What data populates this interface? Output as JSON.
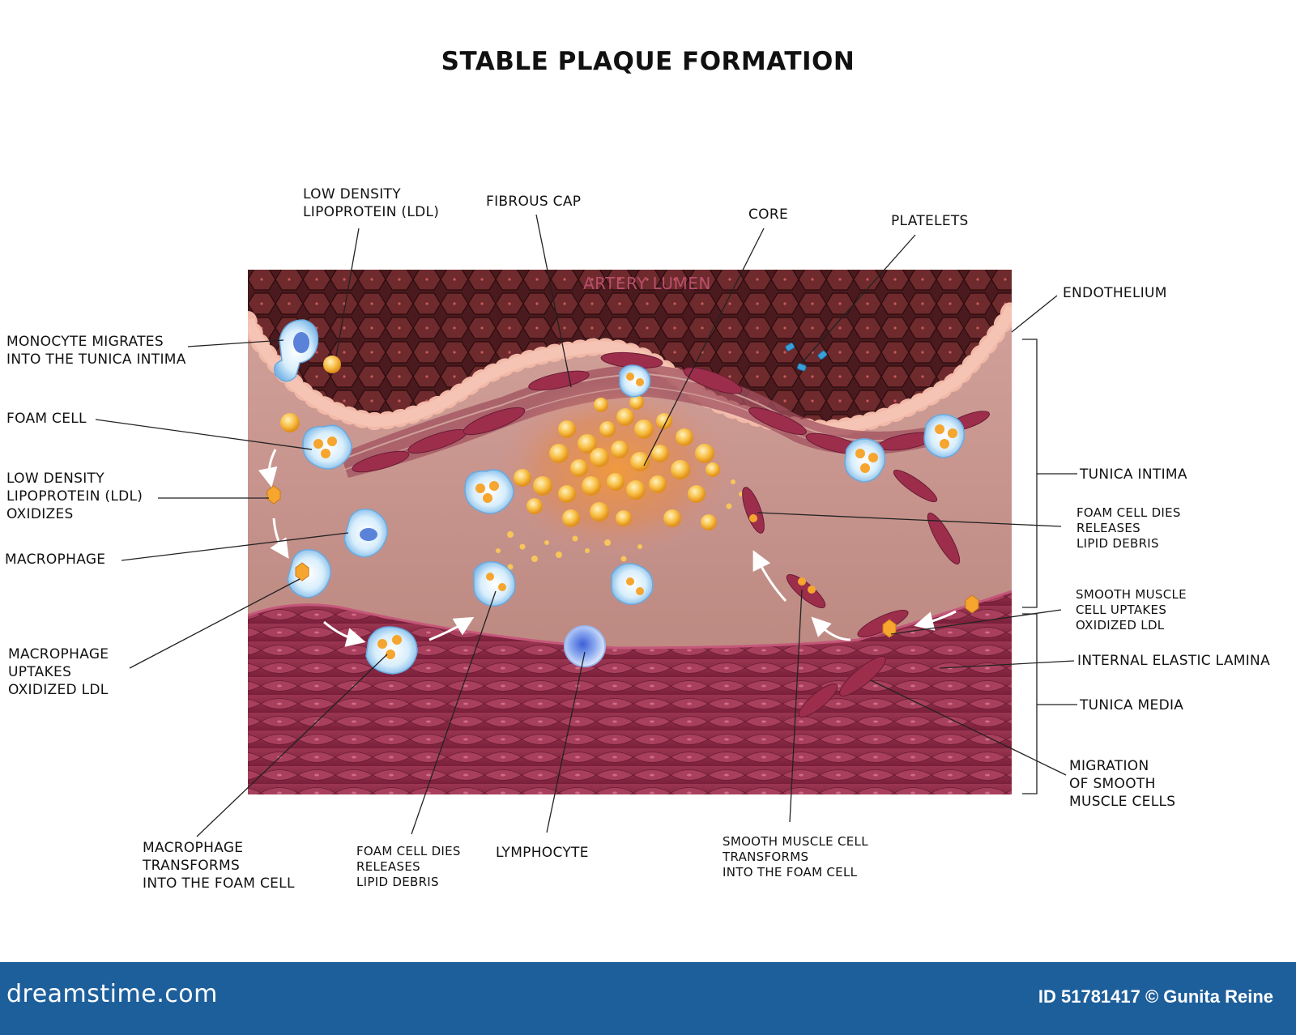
{
  "title": "STABLE PLAQUE FORMATION",
  "lumen_label": "ARTERY LUMEN",
  "labels": {
    "ldl_top": [
      "LOW DENSITY",
      "LIPOPROTEIN (LDL)"
    ],
    "fibrous_cap": "FIBROUS CAP",
    "core": "CORE",
    "platelets": "PLATELETS",
    "endothelium": "ENDOTHELIUM",
    "monocyte": [
      "MONOCYTE MIGRATES",
      "INTO THE TUNICA INTIMA"
    ],
    "foam_cell": "FOAM CELL",
    "ldl_oxidizes": [
      "LOW DENSITY",
      "LIPOPROTEIN (LDL)",
      "OXIDIZES"
    ],
    "macrophage": "MACROPHAGE",
    "macrophage_uptakes": [
      "MACROPHAGE",
      "UPTAKES",
      "OXIDIZED LDL"
    ],
    "tunica_intima": "TUNICA INTIMA",
    "foam_cell_dies_right": [
      "FOAM CELL DIES",
      "RELEASES",
      "LIPID DEBRIS"
    ],
    "smc_uptakes": [
      "SMOOTH MUSCLE",
      "CELL UPTAKES",
      "OXIDIZED LDL"
    ],
    "internal_elastic_lamina": "INTERNAL ELASTIC LAMINA",
    "tunica_media": "TUNICA MEDIA",
    "migration_smc": [
      "MIGRATION",
      "OF SMOOTH",
      "MUSCLE CELLS"
    ],
    "macrophage_transforms": [
      "MACROPHAGE",
      "TRANSFORMS",
      "INTO THE FOAM CELL"
    ],
    "foam_cell_dies_bottom": [
      "FOAM CELL DIES",
      "RELEASES",
      "LIPID DEBRIS"
    ],
    "lymphocyte": "LYMPHOCYTE",
    "smc_transforms": [
      "SMOOTH MUSCLE CELL",
      "TRANSFORMS",
      "INTO THE FOAM CELL"
    ]
  },
  "footer": {
    "logo": "dreamstime.com",
    "credit": "ID 51781417 © Gunita Reine"
  },
  "colors": {
    "lumen": "#4a1a1e",
    "intima": "#c99590",
    "media": "#8a2a45",
    "endothelium": "#f2b9a8",
    "lipid": "#f6b23a",
    "cell": "#a8d4f5",
    "footer": "#1d5f9b"
  }
}
